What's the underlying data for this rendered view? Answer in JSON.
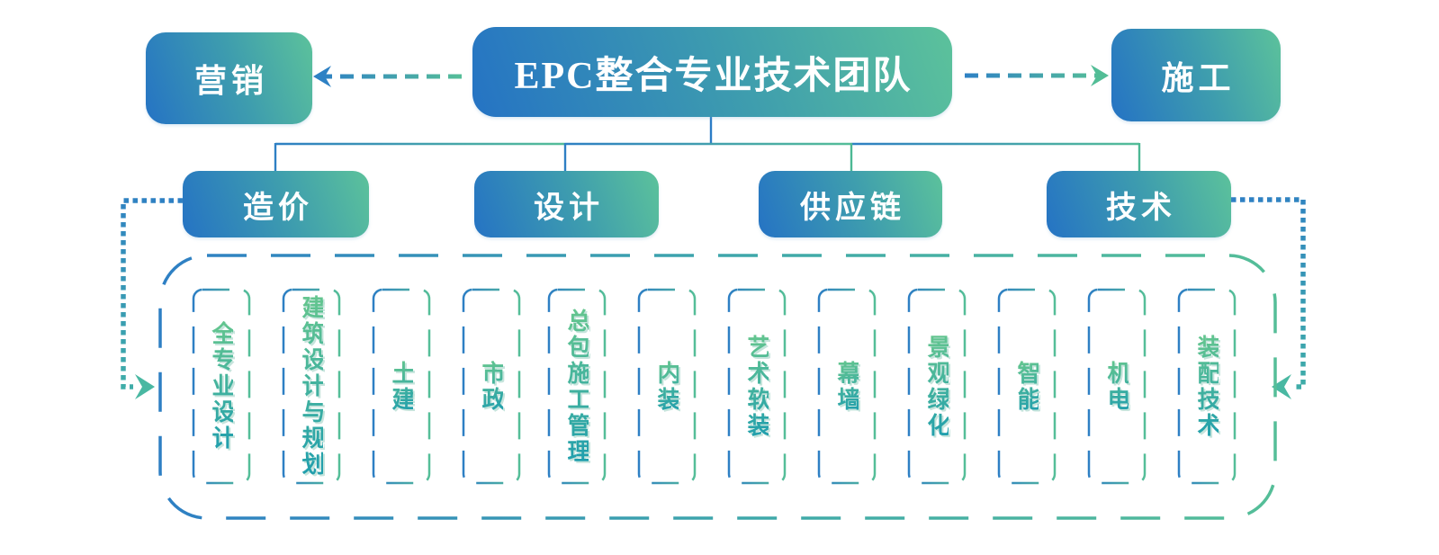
{
  "diagram": {
    "title_node": "EPC整合专业技术团队",
    "left_node": "营销",
    "right_node": "施工",
    "branches": [
      "造价",
      "设计",
      "供应链",
      "技术"
    ],
    "sub_items": [
      "全专业设计",
      "建筑设计与规划",
      "土建",
      "市政",
      "总包施工管理",
      "内装",
      "艺术软装",
      "幕墙",
      "景观绿化",
      "智能",
      "机电",
      "装配技术"
    ],
    "colors": {
      "blue": "#2573C4",
      "green": "#5CC29B",
      "teal": "#3FA9A9"
    }
  }
}
